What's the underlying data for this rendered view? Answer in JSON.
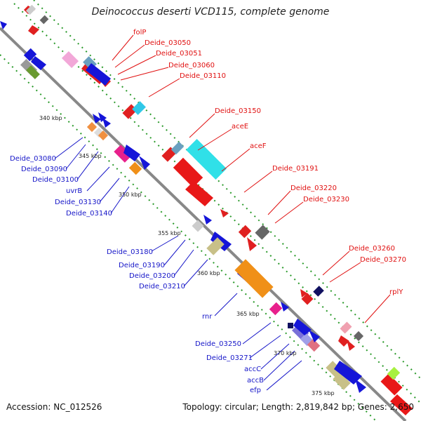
{
  "title": "Deinococcus deserti VCD115, complete genome",
  "footer": {
    "accession": "Accession: NC_012526",
    "topology": "Topology: circular; Length: 2,819,842 bp; Genes: 2,650"
  },
  "ticks": [
    "340 kbp",
    "345 kbp",
    "350 kbp",
    "355 kbp",
    "360 kbp",
    "365 kbp",
    "370 kbp",
    "375 kbp"
  ],
  "labels_forward": [
    "folP",
    "Deide_03050",
    "Deide_03051",
    "Deide_03060",
    "Deide_03110",
    "Deide_03150",
    "aceE",
    "aceF",
    "Deide_03191",
    "Deide_03220",
    "Deide_03230",
    "Deide_03260",
    "Deide_03270",
    "rplY"
  ],
  "labels_reverse": [
    "Deide_03080",
    "Deide_03090",
    "Deide_03100",
    "uvrB",
    "Deide_03130",
    "Deide_03140",
    "Deide_03180",
    "Deide_03190",
    "Deide_03200",
    "Deide_03210",
    "rnr",
    "Deide_03250",
    "Deide_03271",
    "accC",
    "accB",
    "efp"
  ],
  "colors": {
    "forward_label": "#e01010",
    "reverse_label": "#1515c8",
    "backbone": "#888888",
    "dots": "#2a9a2a"
  }
}
